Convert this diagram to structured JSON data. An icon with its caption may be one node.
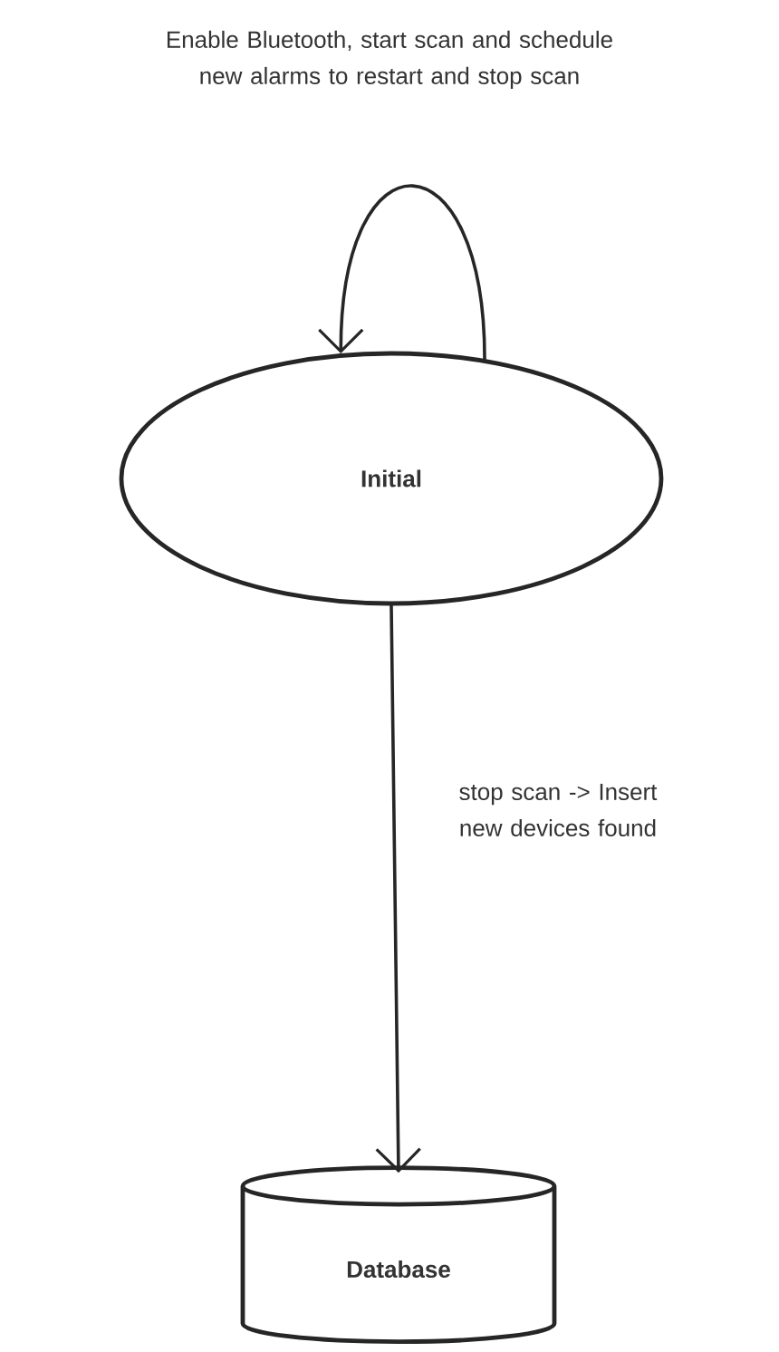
{
  "diagram": {
    "nodes": [
      {
        "text": [
          "Initial"
        ]
      },
      {
        "text": [
          "Database"
        ]
      }
    ],
    "edges": [
      {
        "from": 0,
        "to": 0,
        "arrow": "to",
        "label": "Enable Bluetooth, start scan and schedule new alarms to restart and stop scan"
      },
      {
        "from": 0,
        "to": 1,
        "arrow": "to",
        "label": "stop scan -> Insert new devices found"
      }
    ]
  }
}
